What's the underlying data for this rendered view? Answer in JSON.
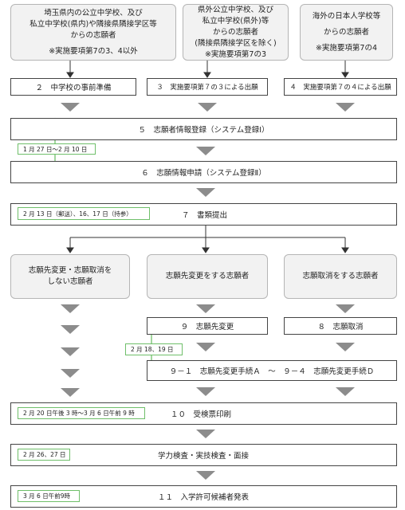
{
  "source_boxes": {
    "a": {
      "l1": "埼玉県内の公立中学校、及び",
      "l2": "私立中学校(県内)や隣接県隣接学区等",
      "l3": "からの志願者",
      "note": "※実施要項第7の3、4以外"
    },
    "b": {
      "l1": "県外公立中学校、及び",
      "l2": "私立中学校(県外)等",
      "l3": "からの志願者",
      "l4": "(隣接県隣接学区を除く)",
      "note": "※実施要項第7の3"
    },
    "c": {
      "l1": "海外の日本人学校等",
      "l2": "からの志願者",
      "note": "※実施要項第7の4"
    }
  },
  "steps": {
    "s2": "２　中学校の事前準備",
    "s3": "３　実施要項第７の３による出願",
    "s4": "４　実施要項第７の４による出願",
    "s5": "５　志願者情報登録（システム登録Ⅰ）",
    "s6": "６　志願情報申請（システム登録Ⅱ）",
    "s7": "７　書類提出",
    "s9": "９　志願先変更",
    "s8": "８　志願取消",
    "s91": "９－１　志願先変更手続Ａ　～　９－４　志願先変更手続Ｄ",
    "s10": "１０　受検票印刷",
    "s_exam": "学力検査・実技検査・面接",
    "s11": "１１　入学許可候補者発表"
  },
  "branches": {
    "left_l1": "志願先変更・志願取消を",
    "left_l2": "しない志願者",
    "mid": "志願先変更をする志願者",
    "right": "志願取消をする志願者"
  },
  "dates": {
    "d1": "1 月 27 日～2 月 10 日",
    "d2": "2 月 13 日（郵送）、16、17 日（持参）",
    "d3": "2 月 18、19 日",
    "d4": "2 月 20 日午後 3 時～3 月 6 日午前 9 時",
    "d5": "2 月 26、27 日",
    "d6": "3 月 6 日午前9時"
  },
  "colors": {
    "arrow": "#8c8c8c",
    "date_border": "#6fbf6a",
    "line": "#333333"
  }
}
